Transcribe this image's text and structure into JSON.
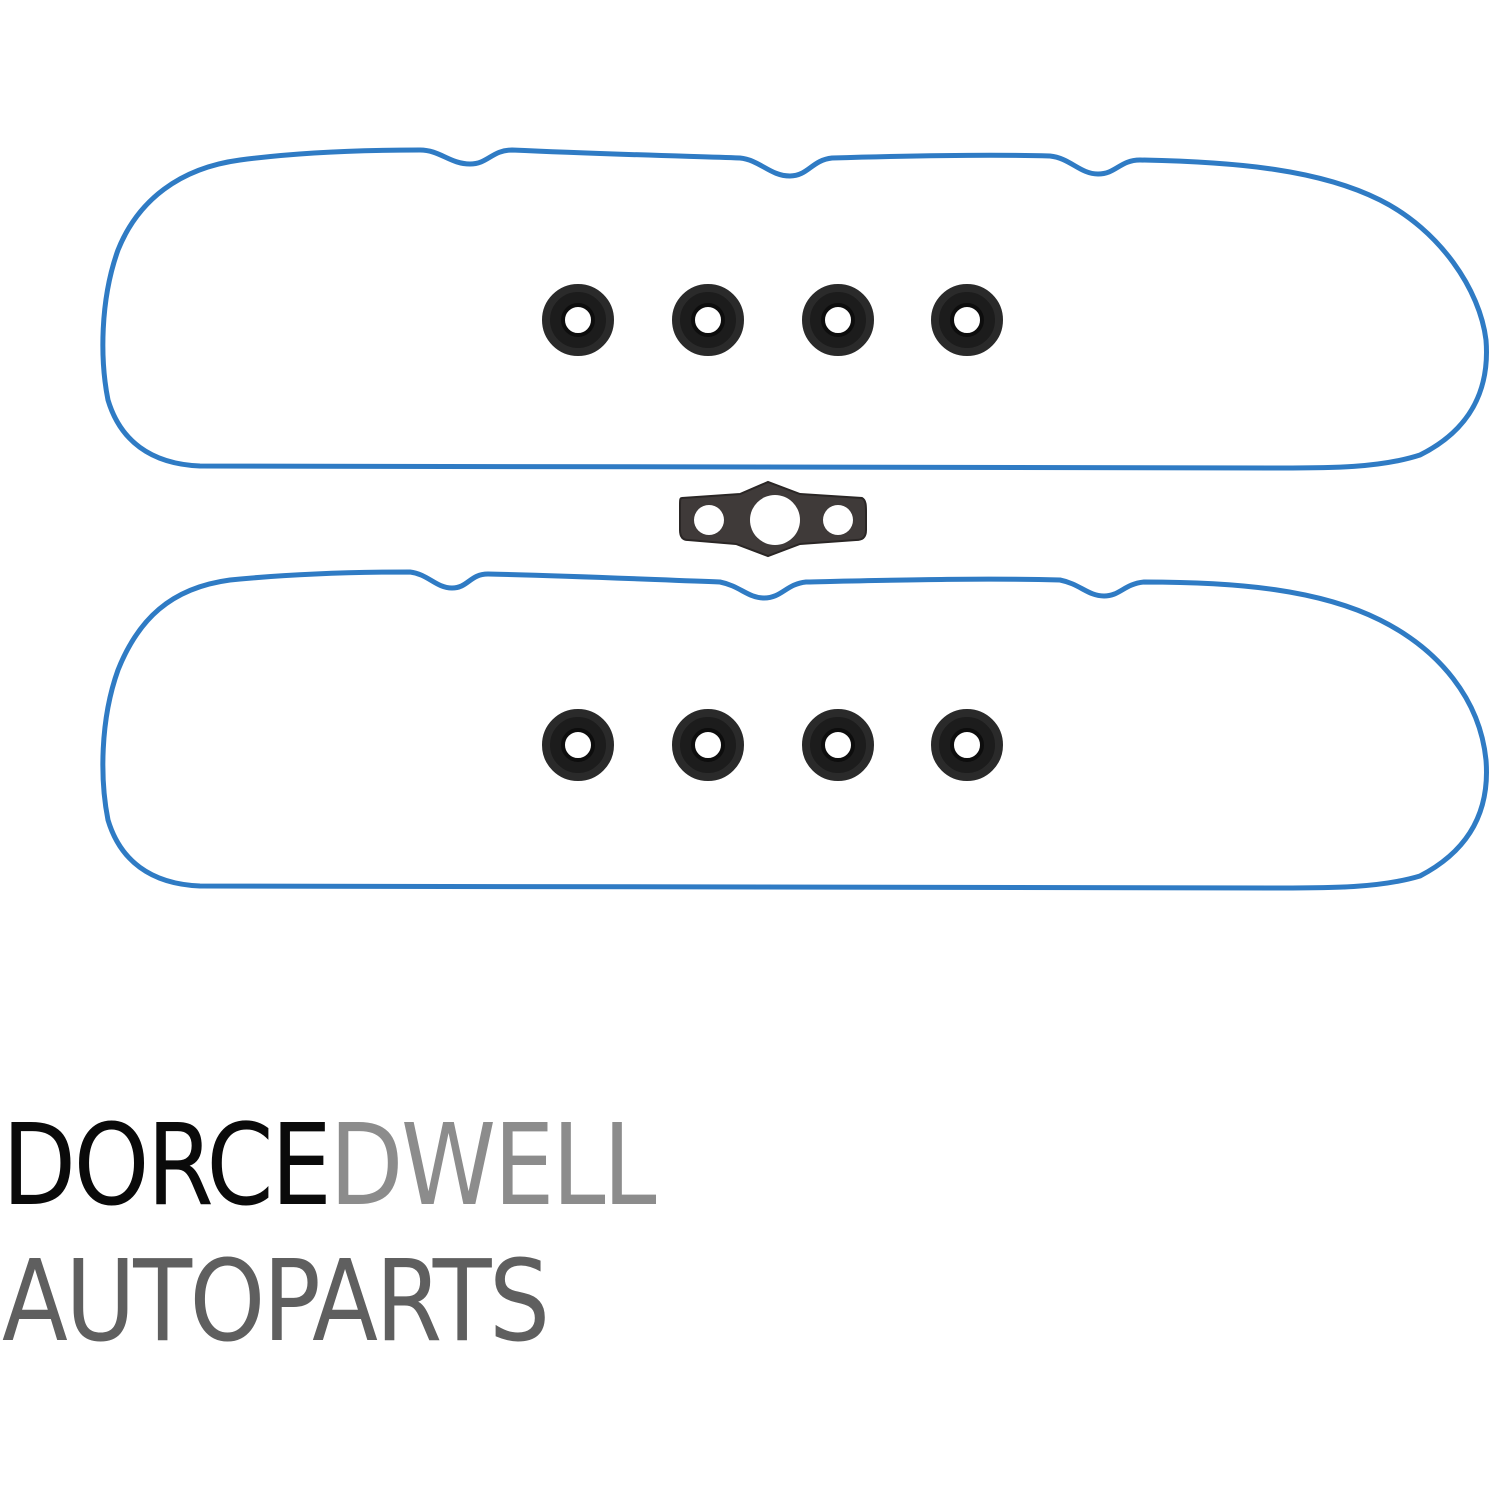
{
  "image": {
    "description": "Product photo of a valve cover gasket set with brand wordmark",
    "background": "#ffffff"
  },
  "colors": {
    "gasket_blue": "#2f7bc4",
    "seal_black": "#1c1c1c",
    "plate_dark": "#3f3a39",
    "brand_black": "#0a0a0a",
    "brand_light_gray": "#8c8c8c",
    "brand_dark_gray": "#5f5f5f"
  },
  "parts": {
    "valve_cover_gaskets": 2,
    "grommet_seals_per_gasket": 4,
    "oil_filler_plate_gasket": 1
  },
  "brand": {
    "line1_part_a": "DORCE",
    "line1_part_b": "DWELL",
    "line2": "AUTOPARTS"
  }
}
